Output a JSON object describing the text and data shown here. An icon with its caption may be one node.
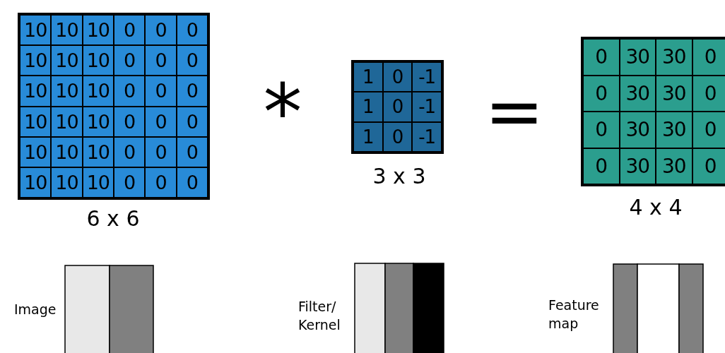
{
  "diagram": {
    "labels": [
      "10",
      "10",
      "10",
      "0",
      "0",
      "0",
      "10",
      "10",
      "10",
      "0",
      "0",
      "0",
      "10",
      "10",
      "10",
      "0",
      "0",
      "0",
      "10",
      "10",
      "10",
      "0",
      "0",
      "0",
      "10",
      "10",
      "10",
      "0",
      "0",
      "0",
      "10",
      "10",
      "10",
      "0",
      "0",
      "0",
      "6 x 6",
      "*",
      "1",
      "0",
      "-1",
      "1",
      "0",
      "-1",
      "1",
      "0",
      "-1",
      "3 x 3",
      "=",
      "0",
      "30",
      "30",
      "0",
      "0",
      "30",
      "30",
      "0",
      "0",
      "30",
      "30",
      "0",
      "0",
      "30",
      "30",
      "0",
      "4 x 4",
      "Image",
      "Filter/ Kernel",
      "Feature map"
    ]
  }
}
